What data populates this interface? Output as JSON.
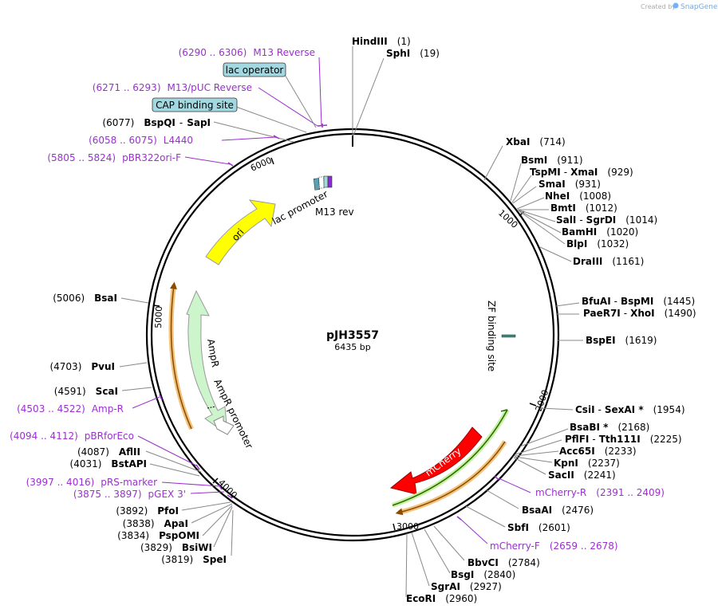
{
  "credit": "Created by",
  "credit_brand": "SnapGene",
  "plasmid": {
    "name": "pJH3557",
    "length": "6435 bp"
  },
  "ticks": [
    "1000",
    "2000",
    "3000",
    "4000",
    "5000",
    "6000"
  ],
  "enzymes_right": [
    {
      "name": "HindIII",
      "pos": "(1)"
    },
    {
      "name": "SphI",
      "pos": "(19)"
    },
    {
      "name": "XbaI",
      "pos": "(714)"
    },
    {
      "name": "BsmI",
      "pos": "(911)"
    },
    {
      "name": "TspMI",
      "name2": "XmaI",
      "pos": "(929)"
    },
    {
      "name": "SmaI",
      "pos": "(931)"
    },
    {
      "name": "NheI",
      "pos": "(1008)"
    },
    {
      "name": "BmtI",
      "pos": "(1012)"
    },
    {
      "name": "SalI",
      "name2": "SgrDI",
      "pos": "(1014)"
    },
    {
      "name": "BamHI",
      "pos": "(1020)"
    },
    {
      "name": "BlpI",
      "pos": "(1032)"
    },
    {
      "name": "DraIII",
      "pos": "(1161)"
    },
    {
      "name": "BfuAI",
      "name2": "BspMI",
      "pos": "(1445)"
    },
    {
      "name": "PaeR7I",
      "name2": "XhoI",
      "pos": "(1490)"
    },
    {
      "name": "BspEI",
      "pos": "(1619)"
    },
    {
      "name": "CsiI",
      "name2": "SexAI *",
      "pos": "(1954)"
    },
    {
      "name": "BsaBI *",
      "pos": "(2168)"
    },
    {
      "name": "PflFI",
      "name2": "Tth111I",
      "pos": "(2225)"
    },
    {
      "name": "Acc65I",
      "pos": "(2233)"
    },
    {
      "name": "KpnI",
      "pos": "(2237)"
    },
    {
      "name": "SacII",
      "pos": "(2241)"
    },
    {
      "name": "BsaAI",
      "pos": "(2476)"
    },
    {
      "name": "SbfI",
      "pos": "(2601)"
    },
    {
      "name": "BbvCI",
      "pos": "(2784)"
    },
    {
      "name": "BsgI",
      "pos": "(2840)"
    },
    {
      "name": "SgrAI",
      "pos": "(2927)"
    },
    {
      "name": "EcoRI",
      "pos": "(2960)"
    }
  ],
  "enzymes_left": [
    {
      "name": "BspQI",
      "name2": "SapI",
      "pos": "(6077)"
    },
    {
      "name": "BsaI",
      "pos": "(5006)"
    },
    {
      "name": "PvuI",
      "pos": "(4703)"
    },
    {
      "name": "ScaI",
      "pos": "(4591)"
    },
    {
      "name": "AflII",
      "pos": "(4087)"
    },
    {
      "name": "BstAPI",
      "pos": "(4031)"
    },
    {
      "name": "PfoI",
      "pos": "(3892)"
    },
    {
      "name": "ApaI",
      "pos": "(3838)"
    },
    {
      "name": "PspOMI",
      "pos": "(3834)"
    },
    {
      "name": "BsiWI",
      "pos": "(3829)"
    },
    {
      "name": "SpeI",
      "pos": "(3819)"
    }
  ],
  "primers": [
    {
      "range": "(6290 .. 6306)",
      "name": "M13 Reverse"
    },
    {
      "range": "(6271 .. 6293)",
      "name": "M13/pUC Reverse"
    },
    {
      "range": "(6058 .. 6075)",
      "name": "L4440"
    },
    {
      "range": "(5805 .. 5824)",
      "name": "pBR322ori-F"
    },
    {
      "range": "(4503 .. 4522)",
      "name": "Amp-R"
    },
    {
      "range": "(4094 .. 4112)",
      "name": "pBRforEco"
    },
    {
      "range": "(3997 .. 4016)",
      "name": "pRS-marker"
    },
    {
      "range": "(3875 .. 3897)",
      "name": "pGEX 3'"
    },
    {
      "range": "(2391 .. 2409)",
      "name": "mCherry-R"
    },
    {
      "range": "(2659 .. 2678)",
      "name": "mCherry-F"
    }
  ],
  "boxes": [
    "lac operator",
    "CAP binding site"
  ],
  "features": {
    "ori": "ori",
    "ampr": "AmpR",
    "ampr_promoter": "AmpR promoter",
    "lac_promoter": "lac promoter",
    "m13_rev": "M13 rev",
    "zf_site": "ZF binding site",
    "mcherry": "mCherry"
  },
  "colors": {
    "ori": "#ffff00",
    "ampr": "#ccf5cc",
    "mcherry": "#ff0000",
    "primer": "#9b2fd0",
    "box": "#a4d8e0"
  }
}
